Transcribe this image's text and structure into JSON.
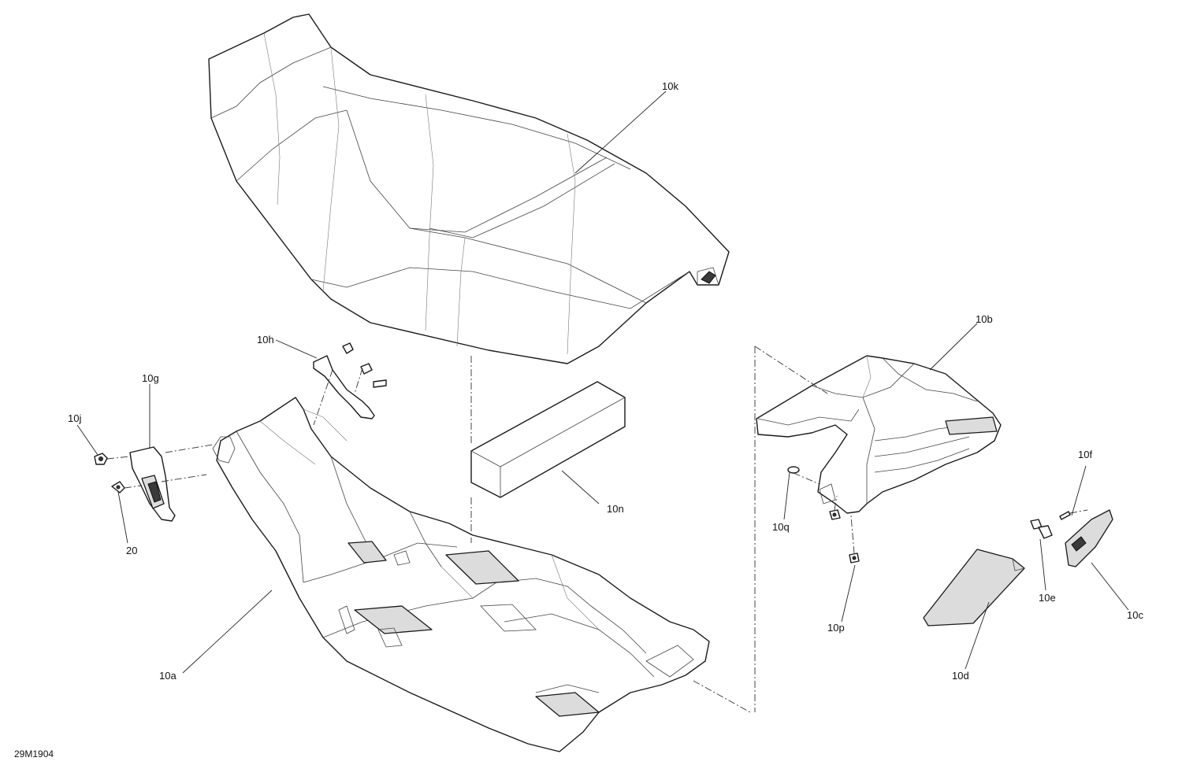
{
  "drawing_number": "29M1904",
  "callouts": {
    "p10a": "10a",
    "p10b": "10b",
    "p10c": "10c",
    "p10d": "10d",
    "p10e": "10e",
    "p10f": "10f",
    "p10g": "10g",
    "p10h": "10h",
    "p10j": "10j",
    "p10k": "10k",
    "p10n": "10n",
    "p10p": "10p",
    "p10q": "10q",
    "p20": "20"
  }
}
